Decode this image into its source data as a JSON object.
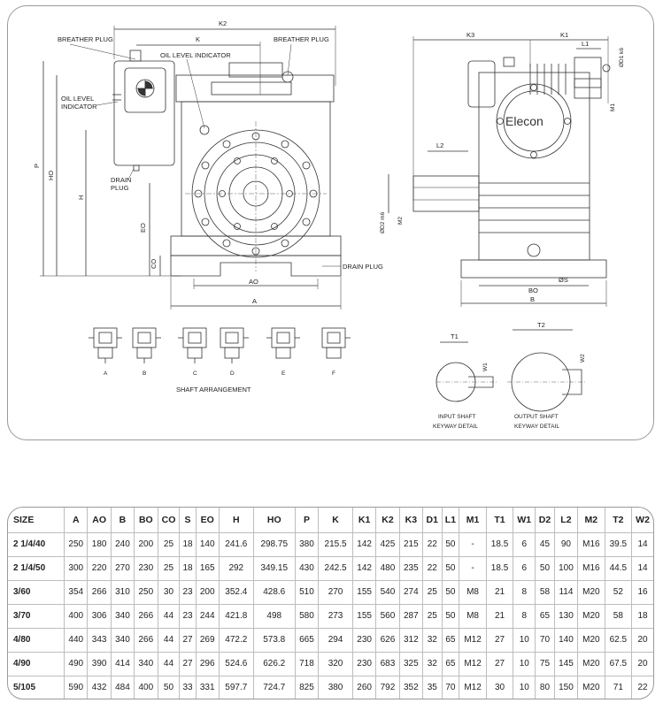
{
  "drawing": {
    "front_view": {
      "dims": {
        "k2": "K2",
        "k": "K",
        "p": "P",
        "ho": "HO",
        "h": "H",
        "eo": "EO",
        "co": "CO",
        "ao": "AO",
        "a": "A"
      },
      "callouts": {
        "breather_plug_left": "BREATHER PLUG",
        "oil_level_indicator_top": "OIL LEVEL INDICATOR",
        "breather_plug_right": "BREATHER PLUG",
        "oil_level_indicator_left_1": "OIL LEVEL",
        "oil_level_indicator_left_2": "INDICATOR",
        "drain_plug_left_1": "DRAIN",
        "drain_plug_left_2": "PLUG",
        "drain_plug_right": "DRAIN PLUG"
      }
    },
    "side_view": {
      "dims": {
        "k3": "K3",
        "k1": "K1",
        "l1": "L1",
        "d1": "ØD1 k6",
        "m1": "M1",
        "l2": "L2",
        "d2": "ØD2 m6",
        "m2": "M2",
        "bo": "BO",
        "s": "ØS",
        "b": "B"
      },
      "logo": "Elecon"
    },
    "shaft_arrangement": {
      "title": "SHAFT ARRANGEMENT",
      "labels": [
        "A",
        "B",
        "C",
        "D",
        "E",
        "F"
      ]
    },
    "keyway": {
      "input": {
        "t_label": "T1",
        "w_label": "W1",
        "caption_1": "INPUT SHAFT",
        "caption_2": "KEYWAY DETAIL"
      },
      "output": {
        "t_label": "T2",
        "w_label": "W2",
        "caption_1": "OUTPUT SHAFT",
        "caption_2": "KEYWAY DETAIL"
      }
    }
  },
  "table": {
    "headers": [
      "SIZE",
      "A",
      "AO",
      "B",
      "BO",
      "CO",
      "S",
      "EO",
      "H",
      "HO",
      "P",
      "K",
      "K1",
      "K2",
      "K3",
      "D1",
      "L1",
      "M1",
      "T1",
      "W1",
      "D2",
      "L2",
      "M2",
      "T2",
      "W2"
    ],
    "rows": [
      [
        "2 1/4/40",
        "250",
        "180",
        "240",
        "200",
        "25",
        "18",
        "140",
        "241.6",
        "298.75",
        "380",
        "215.5",
        "142",
        "425",
        "215",
        "22",
        "50",
        "-",
        "18.5",
        "6",
        "45",
        "90",
        "M16",
        "39.5",
        "14"
      ],
      [
        "2 1/4/50",
        "300",
        "220",
        "270",
        "230",
        "25",
        "18",
        "165",
        "292",
        "349.15",
        "430",
        "242.5",
        "142",
        "480",
        "235",
        "22",
        "50",
        "-",
        "18.5",
        "6",
        "50",
        "100",
        "M16",
        "44.5",
        "14"
      ],
      [
        "3/60",
        "354",
        "266",
        "310",
        "250",
        "30",
        "23",
        "200",
        "352.4",
        "428.6",
        "510",
        "270",
        "155",
        "540",
        "274",
        "25",
        "50",
        "M8",
        "21",
        "8",
        "58",
        "114",
        "M20",
        "52",
        "16"
      ],
      [
        "3/70",
        "400",
        "306",
        "340",
        "266",
        "44",
        "23",
        "244",
        "421.8",
        "498",
        "580",
        "273",
        "155",
        "560",
        "287",
        "25",
        "50",
        "M8",
        "21",
        "8",
        "65",
        "130",
        "M20",
        "58",
        "18"
      ],
      [
        "4/80",
        "440",
        "343",
        "340",
        "266",
        "44",
        "27",
        "269",
        "472.2",
        "573.8",
        "665",
        "294",
        "230",
        "626",
        "312",
        "32",
        "65",
        "M12",
        "27",
        "10",
        "70",
        "140",
        "M20",
        "62.5",
        "20"
      ],
      [
        "4/90",
        "490",
        "390",
        "414",
        "340",
        "44",
        "27",
        "296",
        "524.6",
        "626.2",
        "718",
        "320",
        "230",
        "683",
        "325",
        "32",
        "65",
        "M12",
        "27",
        "10",
        "75",
        "145",
        "M20",
        "67.5",
        "20"
      ],
      [
        "5/105",
        "590",
        "432",
        "484",
        "400",
        "50",
        "33",
        "331",
        "597.7",
        "724.7",
        "825",
        "380",
        "260",
        "792",
        "352",
        "35",
        "70",
        "M12",
        "30",
        "10",
        "80",
        "150",
        "M20",
        "71",
        "22"
      ]
    ]
  }
}
